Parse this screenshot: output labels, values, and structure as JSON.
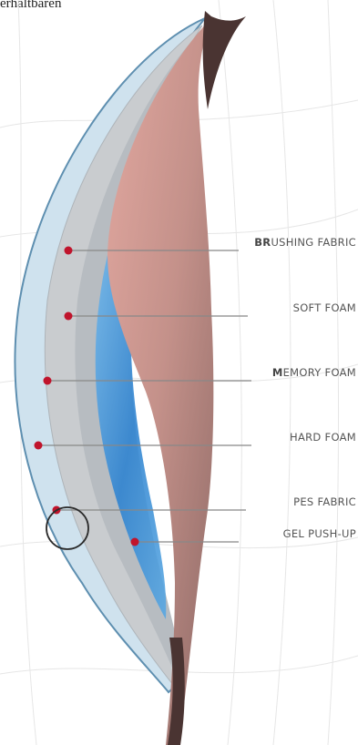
{
  "top_text": "erhaltbaren",
  "labels": [
    {
      "name": "brushing-fabric",
      "lead": "BR",
      "rest": "USHING FABRIC"
    },
    {
      "name": "soft-foam",
      "lead": "",
      "rest": "SOFT FOAM"
    },
    {
      "name": "memory-foam",
      "lead": "M",
      "rest": "EMORY FOAM"
    },
    {
      "name": "hard-foam",
      "lead": "",
      "rest": "HARD FOAM"
    },
    {
      "name": "pes-fabric",
      "lead": "",
      "rest": "PES FABRIC"
    },
    {
      "name": "gel-push-up",
      "lead": "",
      "rest": "GEL PUSH-UP"
    }
  ],
  "colors": {
    "outer_layer": "#cfe2ee",
    "outer_edge": "#5e8fb0",
    "soft_foam": "#c9cccf",
    "memory_foam": "#b8bcc0",
    "gel": "#3d8ed6",
    "inner_fabric": "#c08f8a",
    "dark_tip": "#4a3432",
    "marker": "#c0142c",
    "guide_line": "#888888"
  }
}
